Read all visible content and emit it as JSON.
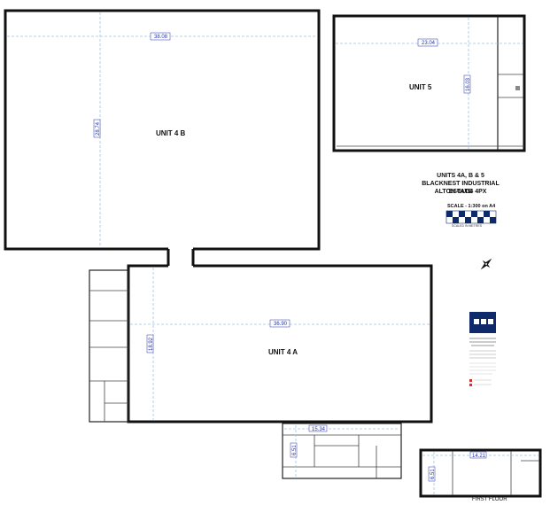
{
  "title": {
    "line1": "UNITS 4A, B & 5",
    "line2": "BLACKNEST INDUSTRIAL ESTATE",
    "line3": "ALTON GU34 4PX"
  },
  "scale": {
    "label": "SCALE - 1:300 on A4",
    "note": "SCALED IN METRES"
  },
  "units": {
    "unit4b": {
      "label": "UNIT 4 B",
      "width_dim": "38.08",
      "depth_dim": "28.74"
    },
    "unit5": {
      "label": "UNIT 5",
      "width_dim": "23.04",
      "depth_dim": "16.03"
    },
    "unit4a": {
      "label": "UNIT 4 A",
      "width_dim": "36.90",
      "depth_dim": "18.92"
    },
    "office": {
      "width_dim": "15.34",
      "depth_dim": "6.51"
    },
    "first_floor": {
      "width_dim": "14.21",
      "depth_dim": "6.51"
    }
  },
  "first_floor_label": "FIRST FLOOR",
  "colors": {
    "wall": "#111111",
    "dimension": "#2233aa",
    "logo": "#0f2a6a"
  }
}
